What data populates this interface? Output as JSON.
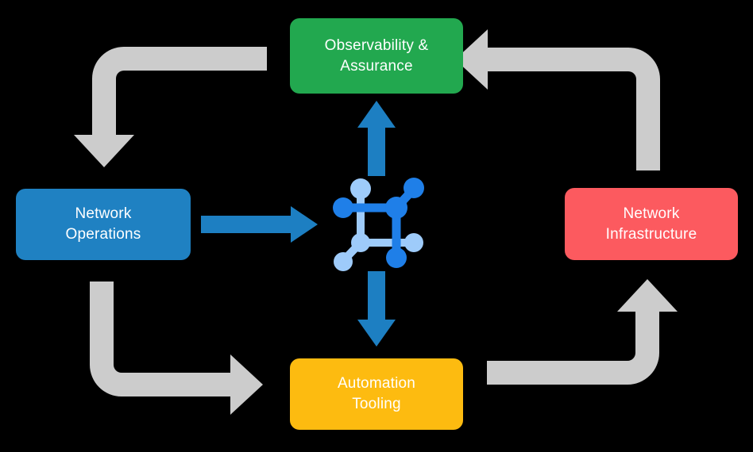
{
  "diagram": {
    "title": "Network automation lifecycle cycle diagram",
    "background_color": "#000000",
    "nodes": [
      {
        "id": "observability",
        "label": "Observability &\nAssurance",
        "color": "#22a84f",
        "position": "top"
      },
      {
        "id": "network-operations",
        "label": "Network\nOperations",
        "color": "#1f81c2",
        "position": "left"
      },
      {
        "id": "network-infrastructure",
        "label": "Network\nInfrastructure",
        "color": "#fc5a5f",
        "position": "right"
      },
      {
        "id": "automation-tooling",
        "label": "Automation\nTooling",
        "color": "#fdbb10",
        "position": "bottom"
      }
    ],
    "center_icon": {
      "name": "network-topology-icon",
      "color_primary": "#1f7fe8",
      "color_secondary": "#9ecbfa"
    },
    "connectors": {
      "gray_color": "#cccccc",
      "blue_color": "#1d7fc2",
      "flows": [
        {
          "id": "loop-top-left",
          "from": "observability",
          "to": "network-operations",
          "style": "gray-elbow",
          "direction": "down"
        },
        {
          "id": "loop-bottom-left",
          "from": "network-operations",
          "to": "automation-tooling",
          "style": "gray-elbow",
          "direction": "right"
        },
        {
          "id": "loop-bottom-right",
          "from": "automation-tooling",
          "to": "network-infrastructure",
          "style": "gray-elbow",
          "direction": "up"
        },
        {
          "id": "loop-top-right",
          "from": "network-infrastructure",
          "to": "observability",
          "style": "gray-elbow",
          "direction": "left"
        },
        {
          "id": "center-up",
          "from": "center-icon",
          "to": "observability",
          "style": "blue-straight",
          "direction": "up"
        },
        {
          "id": "center-right",
          "from": "network-operations",
          "to": "center-icon",
          "style": "blue-straight",
          "direction": "right"
        },
        {
          "id": "center-down",
          "from": "center-icon",
          "to": "automation-tooling",
          "style": "blue-straight",
          "direction": "down"
        }
      ]
    }
  }
}
